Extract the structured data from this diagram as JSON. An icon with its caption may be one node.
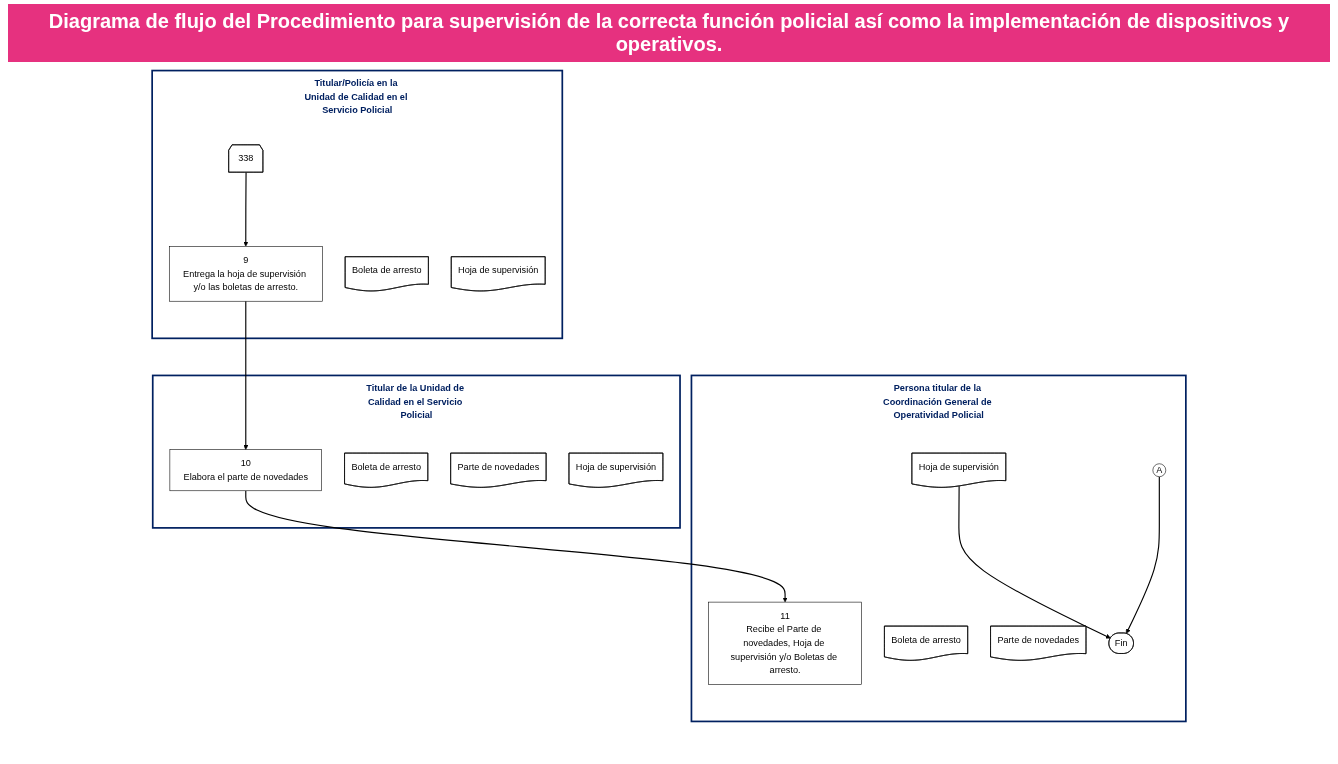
{
  "diagram": {
    "title": "Diagrama de flujo del Procedimiento para supervisión de la correcta función policial así como la implementación de dispositivos y operativos.",
    "nodes": [
      {
        "text": [
          "Titular/Policía en la Unidad de Calidad en el Servicio Policial"
        ]
      },
      {
        "text": [
          "Titular de la Unidad de Calidad en el Servicio Policial"
        ]
      },
      {
        "text": [
          "Persona titular de la Coordinación General de Operatividad Policial"
        ]
      },
      {
        "text": [
          "338"
        ],
        "in": 0
      },
      {
        "text": [
          "9",
          "Entrega la hoja de supervisión y/o las boletas de arresto."
        ],
        "in": 0
      },
      {
        "text": [
          "Boleta de arresto"
        ],
        "in": 0
      },
      {
        "text": [
          "Hoja de supervisión"
        ],
        "in": 0
      },
      {
        "text": [
          "10",
          "Elabora el parte de novedades"
        ],
        "in": 1
      },
      {
        "text": [
          "Boleta de arresto"
        ],
        "in": 1
      },
      {
        "text": [
          "Parte de novedades"
        ],
        "in": 1
      },
      {
        "text": [
          "Hoja de supervisión"
        ],
        "in": 1
      },
      {
        "text": [
          "11",
          "Recibe el Parte de novedades, Hoja de supervisión y/o Boletas de arresto."
        ],
        "in": 2
      },
      {
        "text": [
          "Boleta de arresto"
        ],
        "in": 2
      },
      {
        "text": [
          "Parte de novedades"
        ],
        "in": 2
      },
      {
        "text": [
          "Hoja de supervisión"
        ],
        "in": 2
      },
      {
        "text": [
          "A"
        ],
        "in": 2
      },
      {
        "text": [
          "Fin"
        ],
        "in": 2
      }
    ],
    "edges": [
      {
        "from": 3,
        "to": 4,
        "arrow": "to"
      },
      {
        "from": 4,
        "to": 7,
        "arrow": "to"
      },
      {
        "from": 7,
        "to": 11,
        "arrow": "to"
      },
      {
        "from": 14,
        "to": 16,
        "arrow": "to"
      },
      {
        "from": 15,
        "to": 16,
        "arrow": "to"
      }
    ]
  }
}
